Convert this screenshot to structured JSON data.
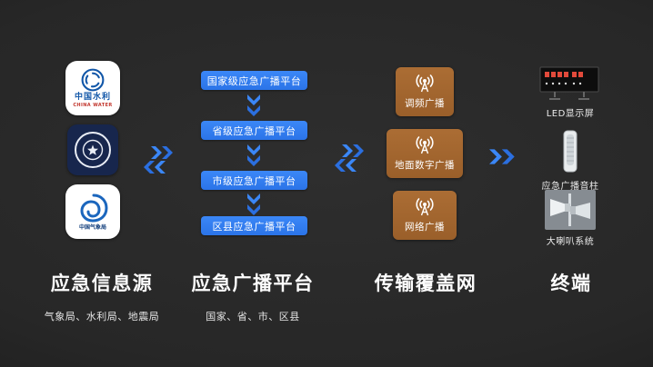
{
  "colors": {
    "background": "#272727",
    "accent_blue": "#2f7df2",
    "node_brown": "#a1652e",
    "seal_navy": "#17264d",
    "title_white": "#fdfdfd",
    "led_red": "#e24a3b"
  },
  "sources": {
    "title": "应急信息源",
    "subtitle": "气象局、水利局、地震局",
    "logos": [
      {
        "name": "china-water",
        "title": "中国水利",
        "subtitle": "CHINA WATER"
      },
      {
        "name": "government-seal"
      },
      {
        "name": "meteorology",
        "title": "中国气象局"
      }
    ]
  },
  "platforms": {
    "title": "应急广播平台",
    "subtitle": "国家、省、市、区县",
    "levels": [
      {
        "label": "国家级应急广播平台"
      },
      {
        "label": "省级应急广播平台"
      },
      {
        "label": "市级应急广播平台"
      },
      {
        "label": "区县应急广播平台"
      }
    ]
  },
  "network": {
    "title": "传输覆盖网",
    "nodes": [
      {
        "label": "调频广播"
      },
      {
        "label": "地面数字广播"
      },
      {
        "label": "网络广播"
      }
    ]
  },
  "terminals": {
    "title": "终端",
    "items": [
      {
        "label": "LED显示屏"
      },
      {
        "label": "应急广播音柱"
      },
      {
        "label": "大喇叭系统"
      }
    ]
  }
}
